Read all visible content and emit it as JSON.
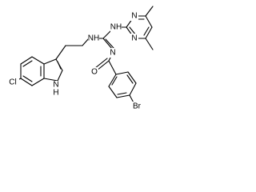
{
  "structure": {
    "atoms": {
      "nh_pyrimidine": "NH",
      "nh_amine": "NH",
      "n_imine": "N",
      "n_pyrimidine_top": "N",
      "n_pyrimidine_bottom": "N",
      "o_carbonyl": "O",
      "cl": "Cl",
      "nh_indole_n": "N",
      "nh_indole_h": "H",
      "br": "Br"
    }
  }
}
